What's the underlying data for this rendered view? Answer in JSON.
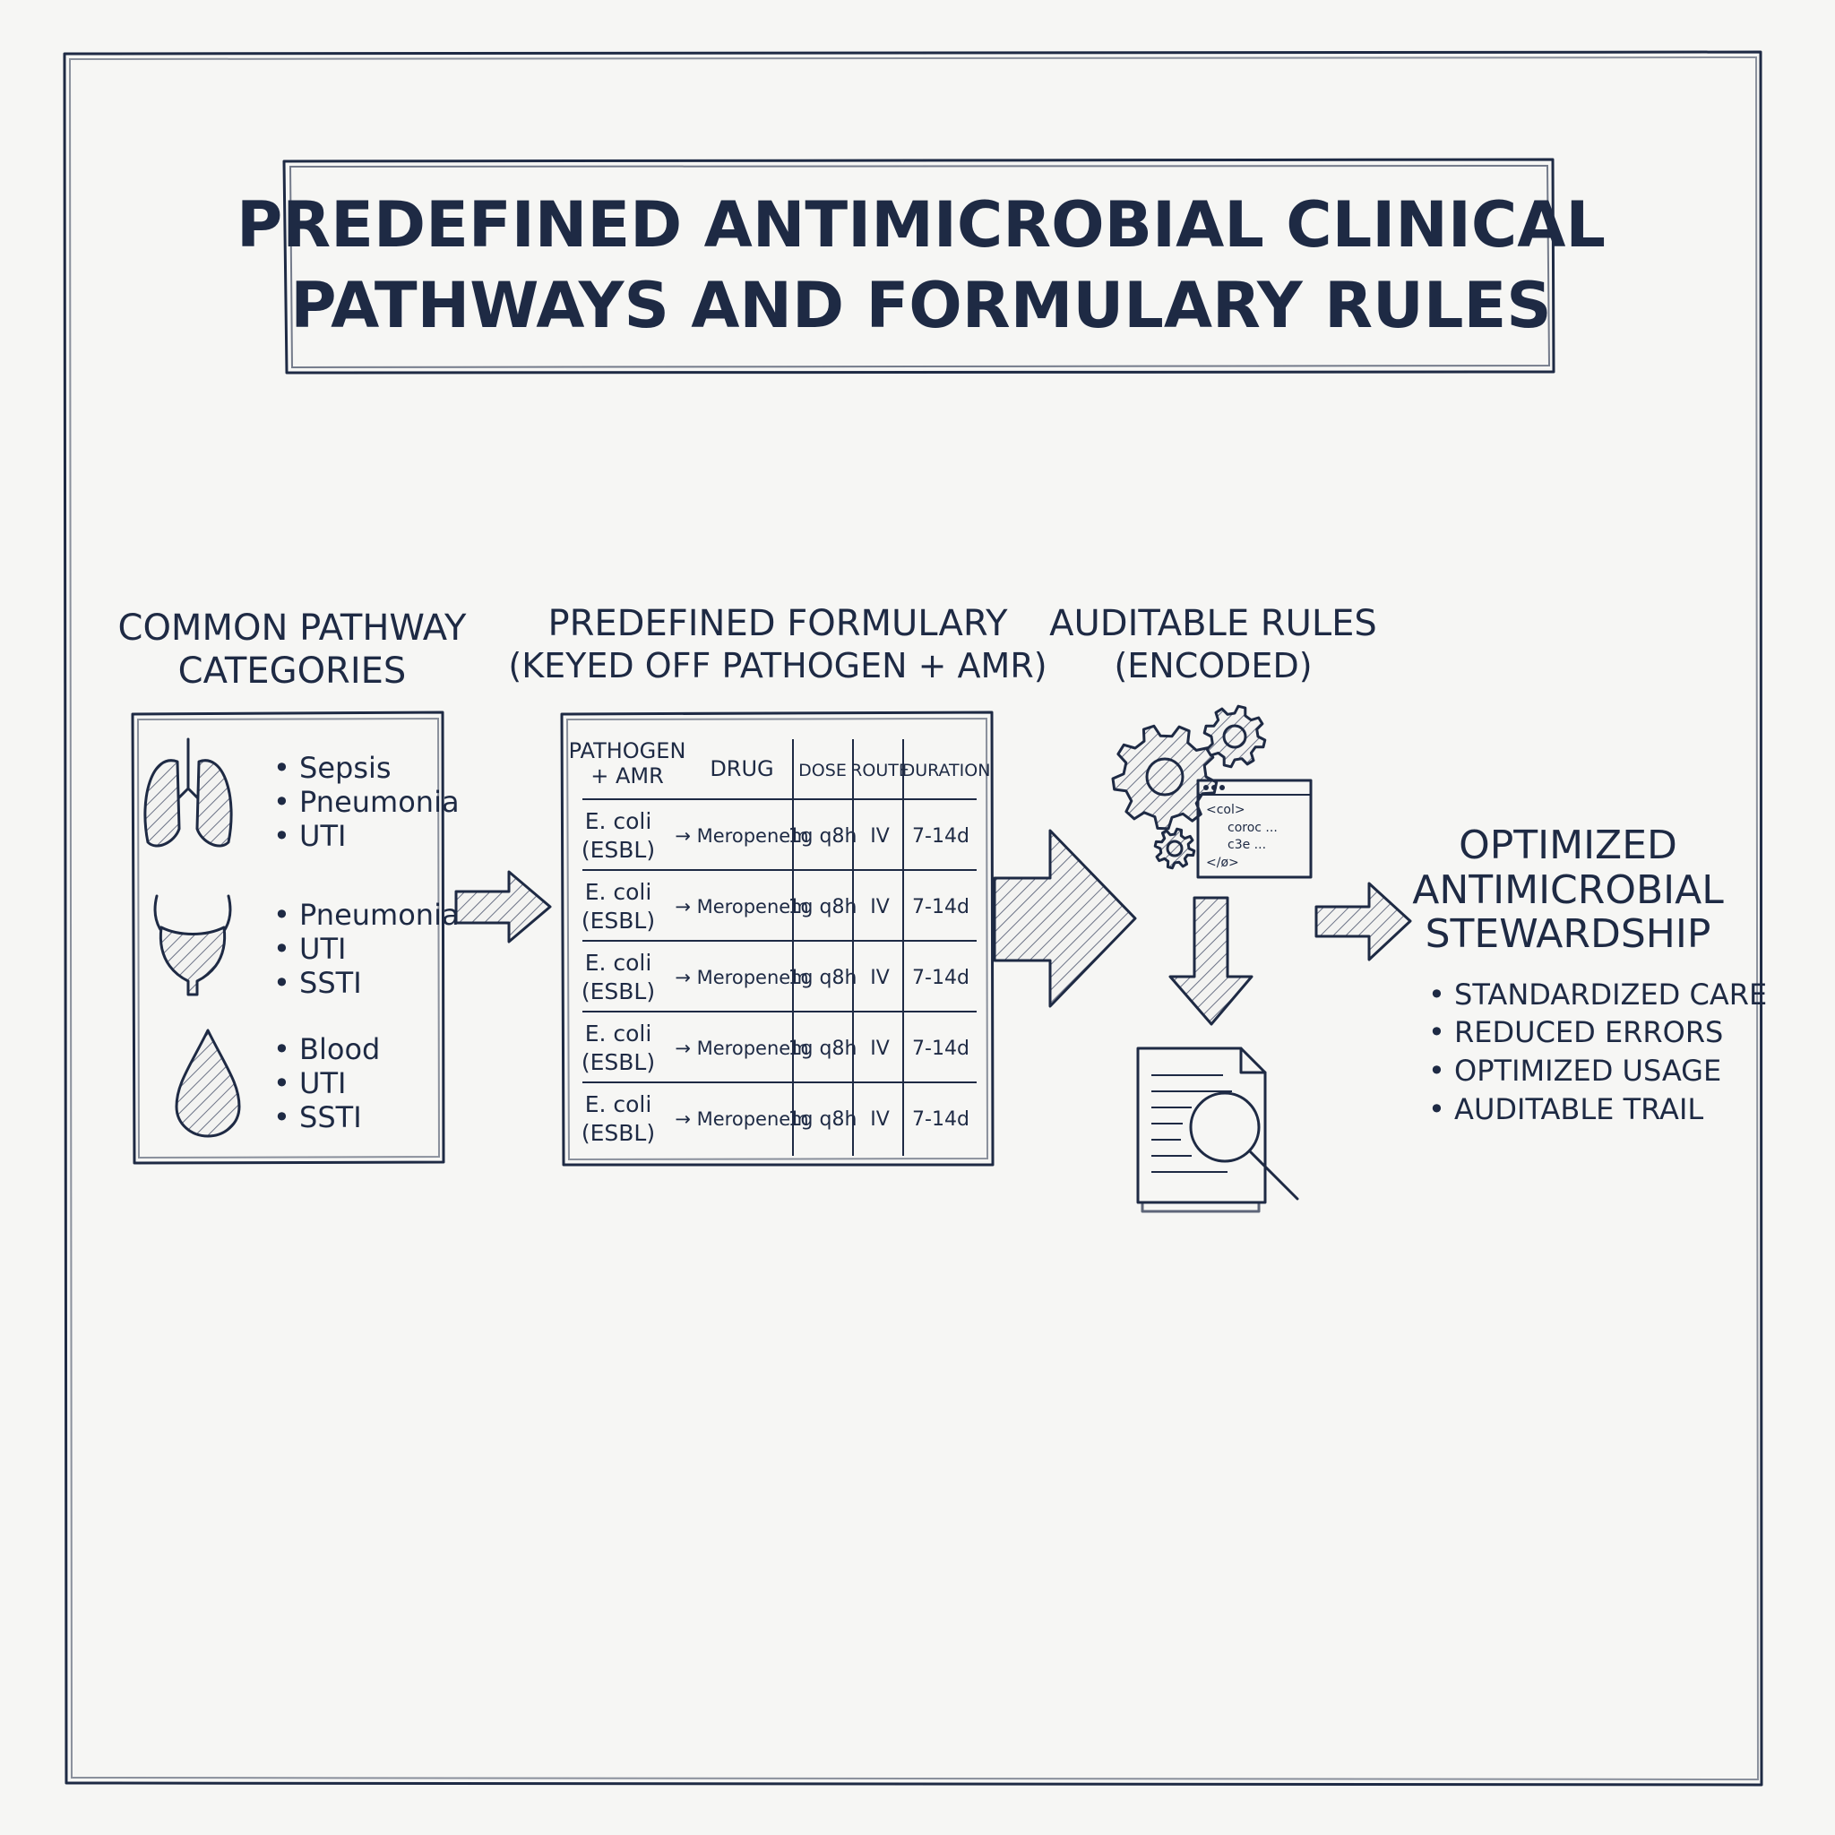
{
  "title": {
    "line1": "PREDEFINED ANTIMICROBIAL CLINICAL",
    "line2": "PATHWAYS AND FORMULARY RULES"
  },
  "categories": {
    "heading": [
      "COMMON PATHWAY",
      "CATEGORIES"
    ],
    "groups": [
      {
        "icon": "lungs-icon",
        "items": [
          "• Sepsis",
          "• Pneumonia",
          "• UTI"
        ]
      },
      {
        "icon": "bladder-icon",
        "items": [
          "• Pneumonia",
          "• UTI",
          "• SSTI"
        ]
      },
      {
        "icon": "blood-drop-icon",
        "items": [
          "• Blood",
          "• UTI",
          "• SSTI"
        ]
      }
    ]
  },
  "formulary": {
    "heading": [
      "PREDEFINED FORMULARY",
      "(KEYED OFF PATHOGEN + AMR)"
    ],
    "columns": [
      "PATHOGEN",
      "+ AMR",
      "DRUG",
      "DOSE",
      "ROUTE",
      "DURATION"
    ],
    "rows": [
      {
        "pathogen": [
          "E. coli",
          "(ESBL)"
        ],
        "drug": "→ Meropenem",
        "dose": "1g q8h",
        "route": "IV",
        "duration": "7-14d"
      },
      {
        "pathogen": [
          "E. coli",
          "(ESBL)"
        ],
        "drug": "→ Meropenem",
        "dose": "1g q8h",
        "route": "IV",
        "duration": "7-14d"
      },
      {
        "pathogen": [
          "E. coli",
          "(ESBL)"
        ],
        "drug": "→ Meropenem",
        "dose": "1g q8h",
        "route": "IV",
        "duration": "7-14d"
      },
      {
        "pathogen": [
          "E. coli",
          "(ESBL)"
        ],
        "drug": "→ Meropenem",
        "dose": "1g q8h",
        "route": "IV",
        "duration": "7-14d"
      },
      {
        "pathogen": [
          "E. coli",
          "(ESBL)"
        ],
        "drug": "→ Meropenem",
        "dose": "1g q8h",
        "route": "IV",
        "duration": "7-14d"
      }
    ]
  },
  "rules": {
    "heading": [
      "AUDITABLE RULES",
      "(ENCODED)"
    ],
    "code": [
      "<col>",
      "coroc ...",
      "c3e ...",
      "</ø>"
    ]
  },
  "outcome": {
    "heading": [
      "OPTIMIZED",
      "ANTIMICROBIAL",
      "STEWARDSHIP"
    ],
    "bullets": [
      "• STANDARDIZED CARE",
      "• REDUCED ERRORS",
      "• OPTIMIZED USAGE",
      "• AUDITABLE TRAIL"
    ]
  },
  "colors": {
    "ink": "#1e2a44",
    "paper": "#f6f6f4"
  }
}
